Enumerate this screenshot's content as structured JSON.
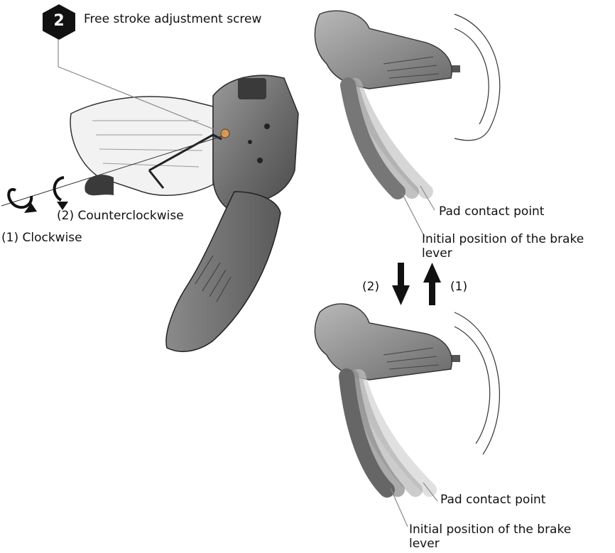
{
  "step": {
    "number": "2",
    "title": "Free stroke adjustment screw"
  },
  "rotation": {
    "counterclockwise": "(2) Counterclockwise",
    "clockwise": "(1) Clockwise"
  },
  "top_view": {
    "pad_contact": "Pad contact point",
    "initial_position": "Initial position of the brake lever"
  },
  "direction": {
    "down_label": "(2)",
    "up_label": "(1)"
  },
  "bottom_view": {
    "pad_contact": "Pad contact point",
    "initial_position": "Initial position of the brake lever"
  }
}
